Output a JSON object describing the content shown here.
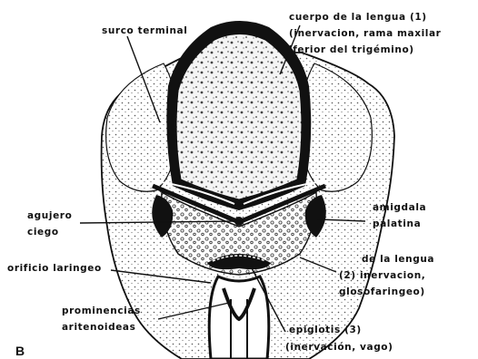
{
  "panel_letter": "B",
  "labels": {
    "surco_terminal": "surco terminal",
    "cuerpo_line1": "cuerpo de la lengua (1)",
    "cuerpo_line2": "(inervacion, rama maxilar",
    "cuerpo_line3": "iferior del trigémino)",
    "agujero_line1": "agujero",
    "agujero_line2": "ciego",
    "amigdala_line1": "amigdala",
    "amigdala_line2": "palatina",
    "raiz_line1": "de la lengua",
    "raiz_line2": "(2) inervacion,",
    "raiz_line3": "glosofaringeo)",
    "orificio": "orificio laringeo",
    "prominencias_line1": "prominencias",
    "prominencias_line2": "aritenoideas",
    "epiglotis_line1": "epiglotis (3)",
    "epiglotis_line2": "(inervación, vago)"
  },
  "colors": {
    "ink": "#111111",
    "paper": "#ffffff",
    "stipple": "#d9d9d9"
  }
}
